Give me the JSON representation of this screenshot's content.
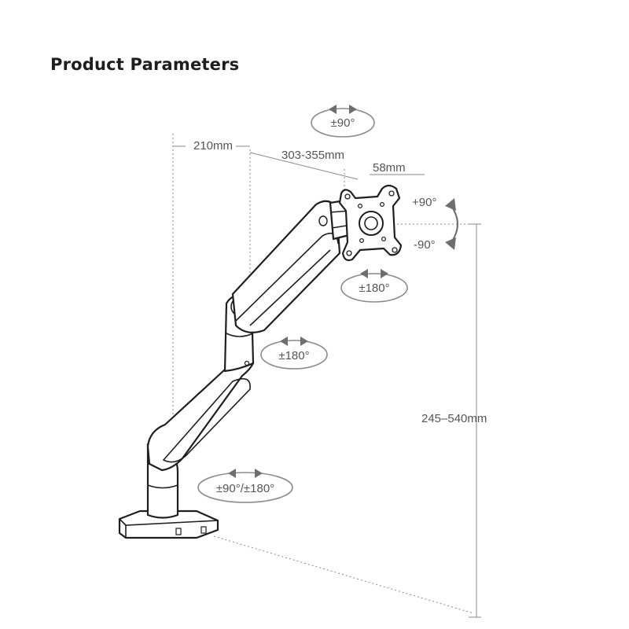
{
  "title": "Product Parameters",
  "dimensions": {
    "offset": "210mm",
    "arm_length": "303-355mm",
    "head_offset": "58mm",
    "height_range": "245–540mm"
  },
  "rotations": {
    "top": "±90°",
    "tilt_up": "+90°",
    "tilt_down": "-90°",
    "head_swivel": "±180°",
    "middle_joint": "±180°",
    "base_joint": "±90°/±180°"
  }
}
